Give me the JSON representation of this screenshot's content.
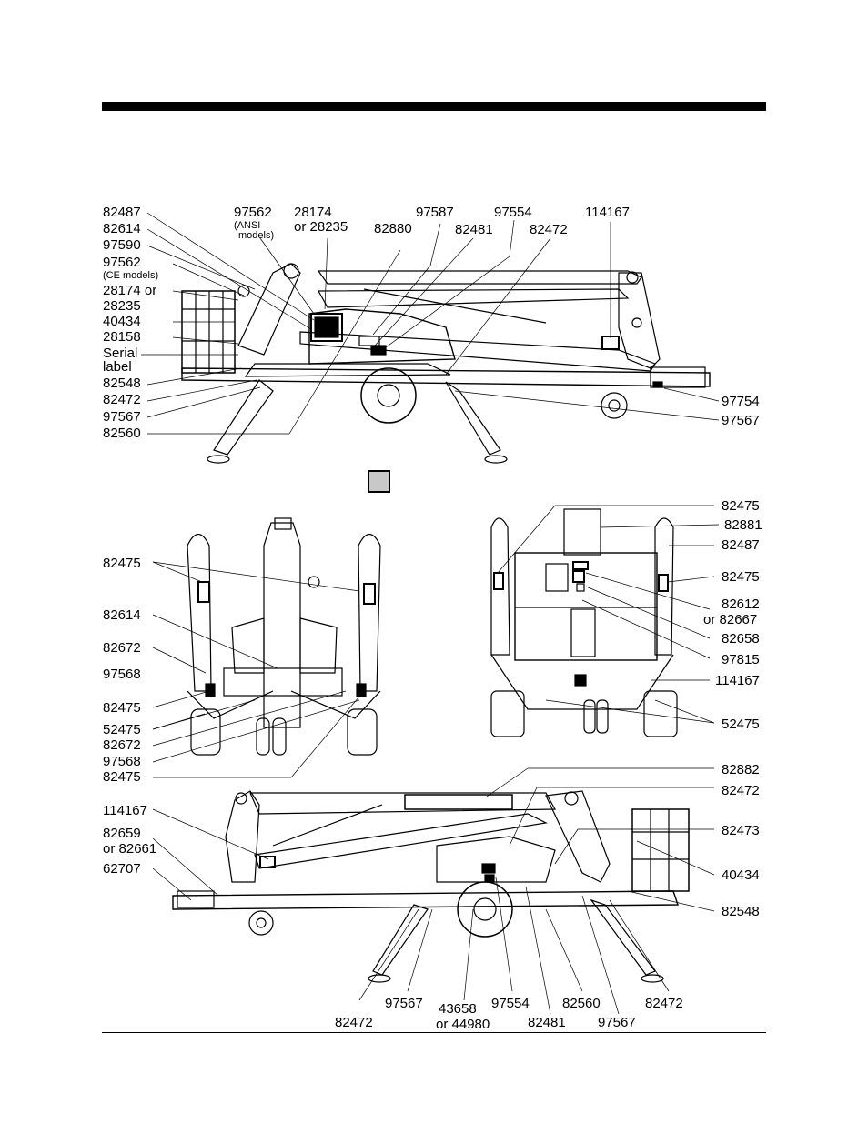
{
  "labels": {
    "t1": "82487",
    "t2": "82614",
    "t3": "97590",
    "t4": "97562",
    "t4b": "(CE models)",
    "t5": "28174 or",
    "t5b": "28235",
    "t6": "40434",
    "t7": "28158",
    "t8": "Serial",
    "t8b": "label",
    "t9": "82548",
    "t10": "82472",
    "t11": "97567",
    "t12": "82560",
    "h1": "97562",
    "h1b": "(ANSI",
    "h1c": "models)",
    "h2": "28174",
    "h2b": "or 28235",
    "h3": "82880",
    "h4": "97587",
    "h5": "82481",
    "h6": "97554",
    "h7": "82472",
    "h8": "114167",
    "r1": "97754",
    "r2": "97567",
    "l1": "82475",
    "l2": "82614",
    "l3": "82672",
    "l4": "97568",
    "l5": "82475",
    "l6": "52475",
    "l7": "82672",
    "l8": "97568",
    "l9": "82475",
    "m1": "82475",
    "m2": "82881",
    "m3": "82487",
    "m4": "82475",
    "m5": "82612",
    "m5b": "or 82667",
    "m6": "82658",
    "m7": "97815",
    "m8": "114167",
    "m9": "52475",
    "b1": "82882",
    "b2": "82472",
    "b3": "82473",
    "b4": "40434",
    "b5": "82548",
    "bl1": "114167",
    "bl2": "82659",
    "bl2b": "or 82661",
    "bl3": "62707",
    "bb1": "82472",
    "bb2": "97567",
    "bb3": "43658",
    "bb3b": "or 44980",
    "bb4": "97554",
    "bb5": "82481",
    "bb6": "82560",
    "bb7": "97567",
    "bb8": "82472"
  }
}
